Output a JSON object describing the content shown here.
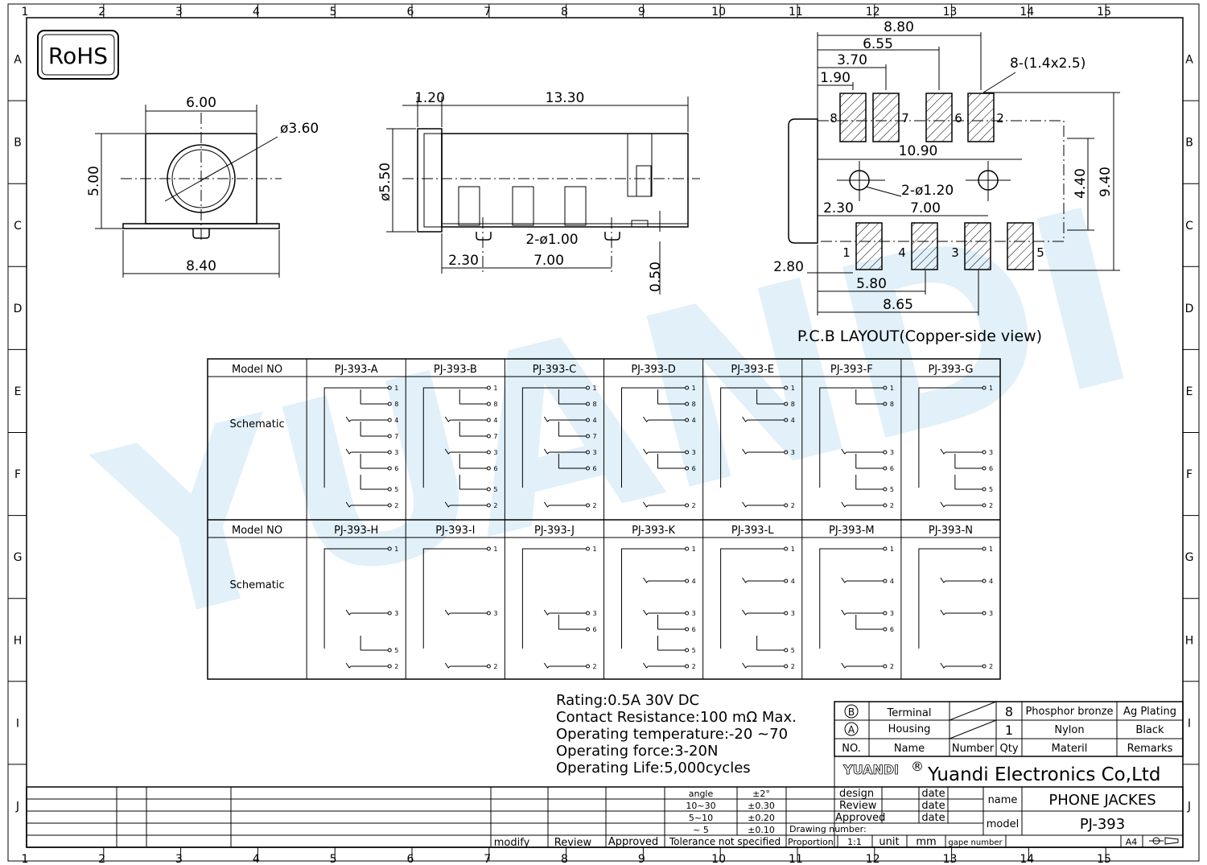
{
  "frame": {
    "columns": [
      "1",
      "2",
      "3",
      "4",
      "5",
      "6",
      "7",
      "8",
      "9",
      "10",
      "11",
      "12",
      "13",
      "14",
      "15"
    ],
    "rows": [
      "A",
      "B",
      "C",
      "D",
      "E",
      "F",
      "G",
      "H",
      "I",
      "J"
    ]
  },
  "rohs": "RoHS",
  "watermark": {
    "text": "YUANDI",
    "color": "#1f8fd6"
  },
  "front_view": {
    "width": "6.00",
    "height": "5.00",
    "hole_dia": "ø3.60",
    "base_width": "8.40"
  },
  "side_view": {
    "flange": "1.20",
    "length": "13.30",
    "body_dia": "ø5.50",
    "pin_dia": "2-ø1.00",
    "pin_offset": "2.30",
    "pin_pitch": "7.00",
    "standoff": "0.50"
  },
  "pcb": {
    "d_880": "8.80",
    "d_655": "6.55",
    "d_370": "3.70",
    "d_190": "1.90",
    "pads": "8-(1.4x2.5)",
    "d_1090": "10.90",
    "hole_dia": "2-ø1.20",
    "d_230": "2.30",
    "d_700": "7.00",
    "d_440": "4.40",
    "d_940": "9.40",
    "d_280": "2.80",
    "d_580": "5.80",
    "d_865": "8.65",
    "pin_labels_top": [
      "8",
      "7",
      "6",
      "2"
    ],
    "pin_labels_bottom": [
      "1",
      "4",
      "3",
      "5"
    ],
    "caption": "P.C.B LAYOUT(Copper-side view)"
  },
  "schematics": {
    "header_label": "Model NO",
    "row_label": "Schematic",
    "row1": [
      "PJ-393-A",
      "PJ-393-B",
      "PJ-393-C",
      "PJ-393-D",
      "PJ-393-E",
      "PJ-393-F",
      "PJ-393-G"
    ],
    "row2": [
      "PJ-393-H",
      "PJ-393-I",
      "PJ-393-J",
      "PJ-393-K",
      "PJ-393-L",
      "PJ-393-M",
      "PJ-393-N"
    ],
    "row1_pins": [
      [
        "1",
        "8",
        "4",
        "7",
        "3",
        "6",
        "5",
        "2"
      ],
      [
        "1",
        "8",
        "4",
        "7",
        "3",
        "6",
        "5",
        "2"
      ],
      [
        "1",
        "8",
        "4",
        "7",
        "3",
        "6",
        "2"
      ],
      [
        "1",
        "8",
        "4",
        "3",
        "6",
        "2"
      ],
      [
        "1",
        "8",
        "4",
        "3",
        "2"
      ],
      [
        "1",
        "8",
        "3",
        "6",
        "5",
        "2"
      ],
      [
        "1",
        "3",
        "6",
        "5",
        "2"
      ]
    ],
    "row2_pins": [
      [
        "1",
        "3",
        "5",
        "2"
      ],
      [
        "1",
        "3",
        "2"
      ],
      [
        "1",
        "3",
        "6",
        "2"
      ],
      [
        "1",
        "4",
        "3",
        "6",
        "5",
        "2"
      ],
      [
        "1",
        "4",
        "3",
        "5",
        "2"
      ],
      [
        "1",
        "4",
        "3",
        "6",
        "2"
      ],
      [
        "1",
        "4",
        "3",
        "2"
      ]
    ]
  },
  "specs": [
    "Rating:0.5A 30V DC",
    "Contact Resistance:100 mΩ Max.",
    "Operating temperature:-20  ~70",
    "Operating force:3-20N",
    "Operating Life:5,000cycles"
  ],
  "bom": {
    "row_b": {
      "mark": "B",
      "name": "Terminal",
      "qty": "8",
      "material": "Phosphor bronze",
      "remarks": "Ag Plating"
    },
    "row_a": {
      "mark": "A",
      "name": "Housing",
      "qty": "1",
      "material": "Nylon",
      "remarks": "Black"
    },
    "header": {
      "no": "NO.",
      "name": "Name",
      "number": "Number",
      "qty": "Qty",
      "material": "Materil",
      "remarks": "Remarks"
    }
  },
  "company": {
    "logo": "YUANDI",
    "registered": "®",
    "name": "Yuandi Electronics Co,Ltd"
  },
  "title_block": {
    "design": "design",
    "review": "Review",
    "approved": "Approved",
    "date": "date",
    "name_label": "name",
    "name_value": "PHONE JACKES",
    "model_label": "model",
    "model_value": "PJ-393",
    "drawing_number": "Drawing number:",
    "proportion": "Proportion",
    "proportion_value": "1:1",
    "unit": "unit",
    "unit_value": "mm",
    "gape_number": "gape number",
    "sheet": "A4"
  },
  "tolerance": {
    "angle": "angle",
    "angle_tol": "±2°",
    "r1": "10~30",
    "t1": "±0.30",
    "r2": "5~10",
    "t2": "±0.20",
    "r3": "~ 5",
    "t3": "±0.10",
    "label": "Tolerance not specified"
  },
  "revision": {
    "modify": "modify",
    "review": "Review",
    "approved": "Approved"
  }
}
